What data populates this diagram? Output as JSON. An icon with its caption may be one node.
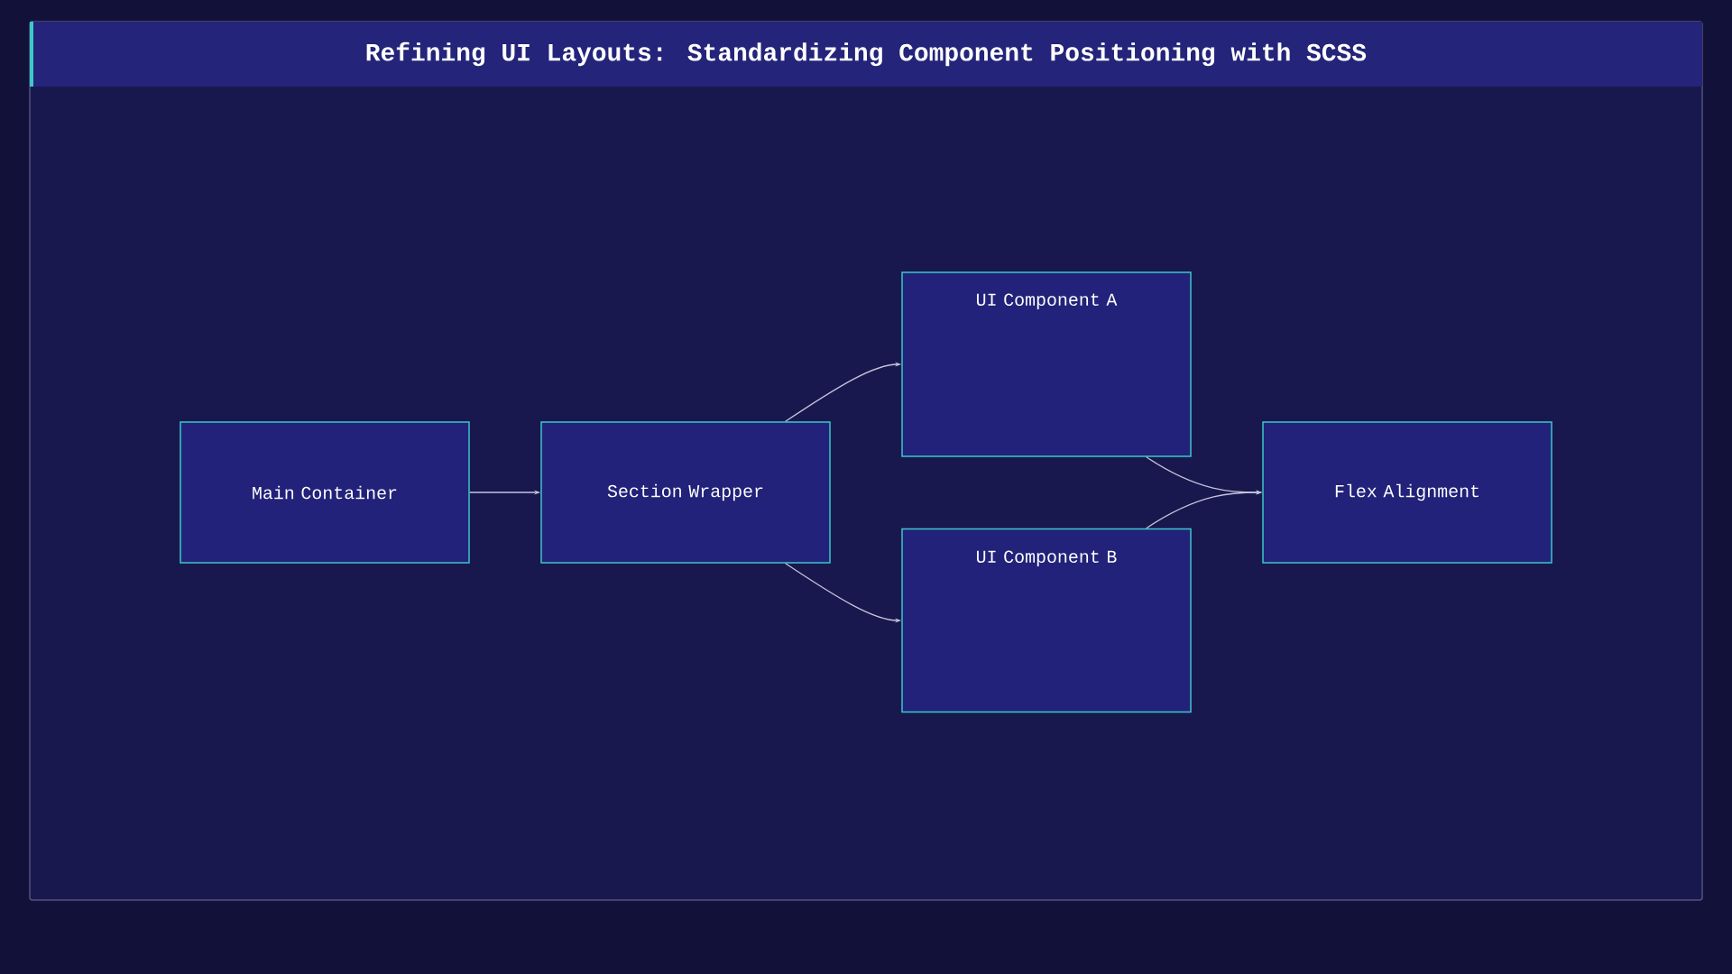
{
  "diagram": {
    "title": "Refining UI Layouts: Standardizing Component Positioning with SCSS",
    "nodes": [
      {
        "text": [
          "Main Container"
        ]
      },
      {
        "text": [
          "Section Wrapper"
        ]
      },
      {
        "text": [
          "UI Component A"
        ]
      },
      {
        "text": [
          "UI Component B"
        ]
      },
      {
        "text": [
          "Flex Alignment"
        ]
      }
    ],
    "edges": [
      {
        "from": 0,
        "to": 1,
        "arrow": "to"
      },
      {
        "from": 1,
        "to": 2,
        "arrow": "to"
      },
      {
        "from": 1,
        "to": 3,
        "arrow": "to"
      },
      {
        "from": 2,
        "to": 4,
        "arrow": "to"
      },
      {
        "from": 3,
        "to": 4,
        "arrow": "to"
      }
    ]
  }
}
